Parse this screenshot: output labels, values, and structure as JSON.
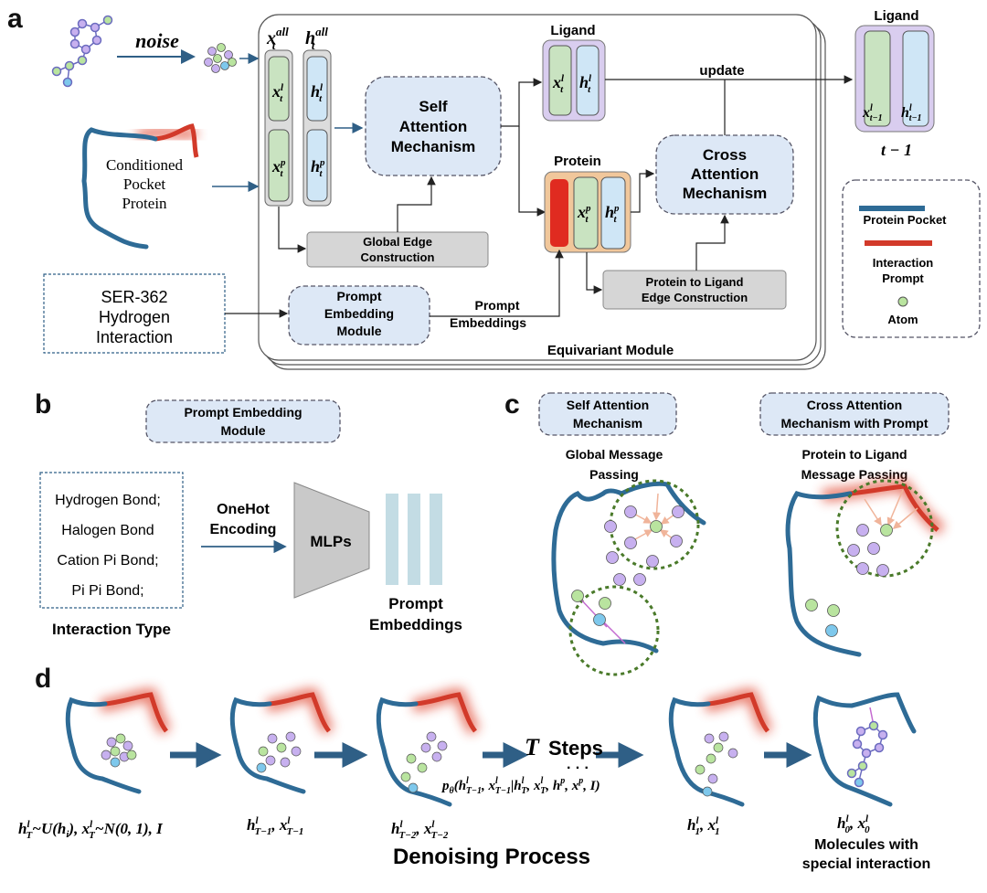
{
  "panels": {
    "a": "a",
    "b": "b",
    "c": "c",
    "d": "d"
  },
  "a": {
    "noise": "noise",
    "pocket_text": [
      "Conditioned",
      "Pocket",
      "Protein"
    ],
    "xt_all": "x",
    "xt_all_sup": "all",
    "xt_all_sub": "t",
    "ht_all": "h",
    "ht_all_sup": "all",
    "ht_all_sub": "t",
    "self_attention": [
      "Self",
      "Attention",
      "Mechanism"
    ],
    "ligand_title": "Ligand",
    "update": "update",
    "protein_title": "Protein",
    "cross_attention": [
      "Cross",
      "Attention",
      "Mechanism"
    ],
    "global_edge": [
      "Global Edge",
      "Construction"
    ],
    "p2l_edge": [
      "Protein to Ligand",
      "Edge Construction"
    ],
    "prompt_box": [
      "SER-362",
      "Hydrogen",
      "Interaction"
    ],
    "prompt_module": [
      "Prompt",
      "Embedding",
      "Module"
    ],
    "prompt_embeddings": [
      "Prompt",
      "Embeddings"
    ],
    "equivariant": "Equivariant Module",
    "ligand_out_title": "Ligand",
    "t_minus_1": "t − 1",
    "legend": {
      "protein_pocket": "Protein Pocket",
      "interaction_prompt": [
        "Interaction",
        "Prompt"
      ],
      "atom": "Atom"
    }
  },
  "b": {
    "module": [
      "Prompt Embedding",
      "Module"
    ],
    "types": [
      "Hydrogen Bond;",
      "Halogen Bond",
      "Cation Pi Bond;",
      "Pi Pi Bond;"
    ],
    "interaction_type": "Interaction Type",
    "onehot": [
      "OneHot",
      "Encoding"
    ],
    "mlps": "MLPs",
    "embeddings": [
      "Prompt",
      "Embeddings"
    ]
  },
  "c": {
    "self_box": [
      "Self Attention",
      "Mechanism"
    ],
    "self_caption": [
      "Global Message",
      "Passing"
    ],
    "cross_box": [
      "Cross Attention",
      "Mechanism with Prompt"
    ],
    "cross_caption": [
      "Protein to Ligand",
      "Message Passing"
    ]
  },
  "d": {
    "steps_T": "T",
    "steps": "Steps",
    "dots": "· · ·",
    "formula": "pθ(hᴸT−1, xᴸT−1|hᴸT, xᴸT, hᵖ, xᵖ, I)",
    "labels": [
      "h T ~U(h i), x T ~N(0, 1), I",
      "h T−1, x T−1",
      "h T−2, x T−2",
      "h 1, x 1",
      "h 0, x 0"
    ],
    "denoising": "Denoising Process",
    "molecules": [
      "Molecules with",
      "special interaction"
    ]
  },
  "colors": {
    "protein": "#2e6b96",
    "prompt": "#d23a2a",
    "green_col": "#c9e3c1",
    "blue_col": "#cfe6f6",
    "purple_box": "#d9cdef",
    "orange_box": "#f1c79b",
    "module_fill": "#dde8f6",
    "edge_fill": "#d6d6d6",
    "atom_green": "#b9e49f",
    "atom_purple": "#c7b0ef",
    "atom_blue": "#7ec8ec",
    "arrow": "#2f5f86"
  }
}
